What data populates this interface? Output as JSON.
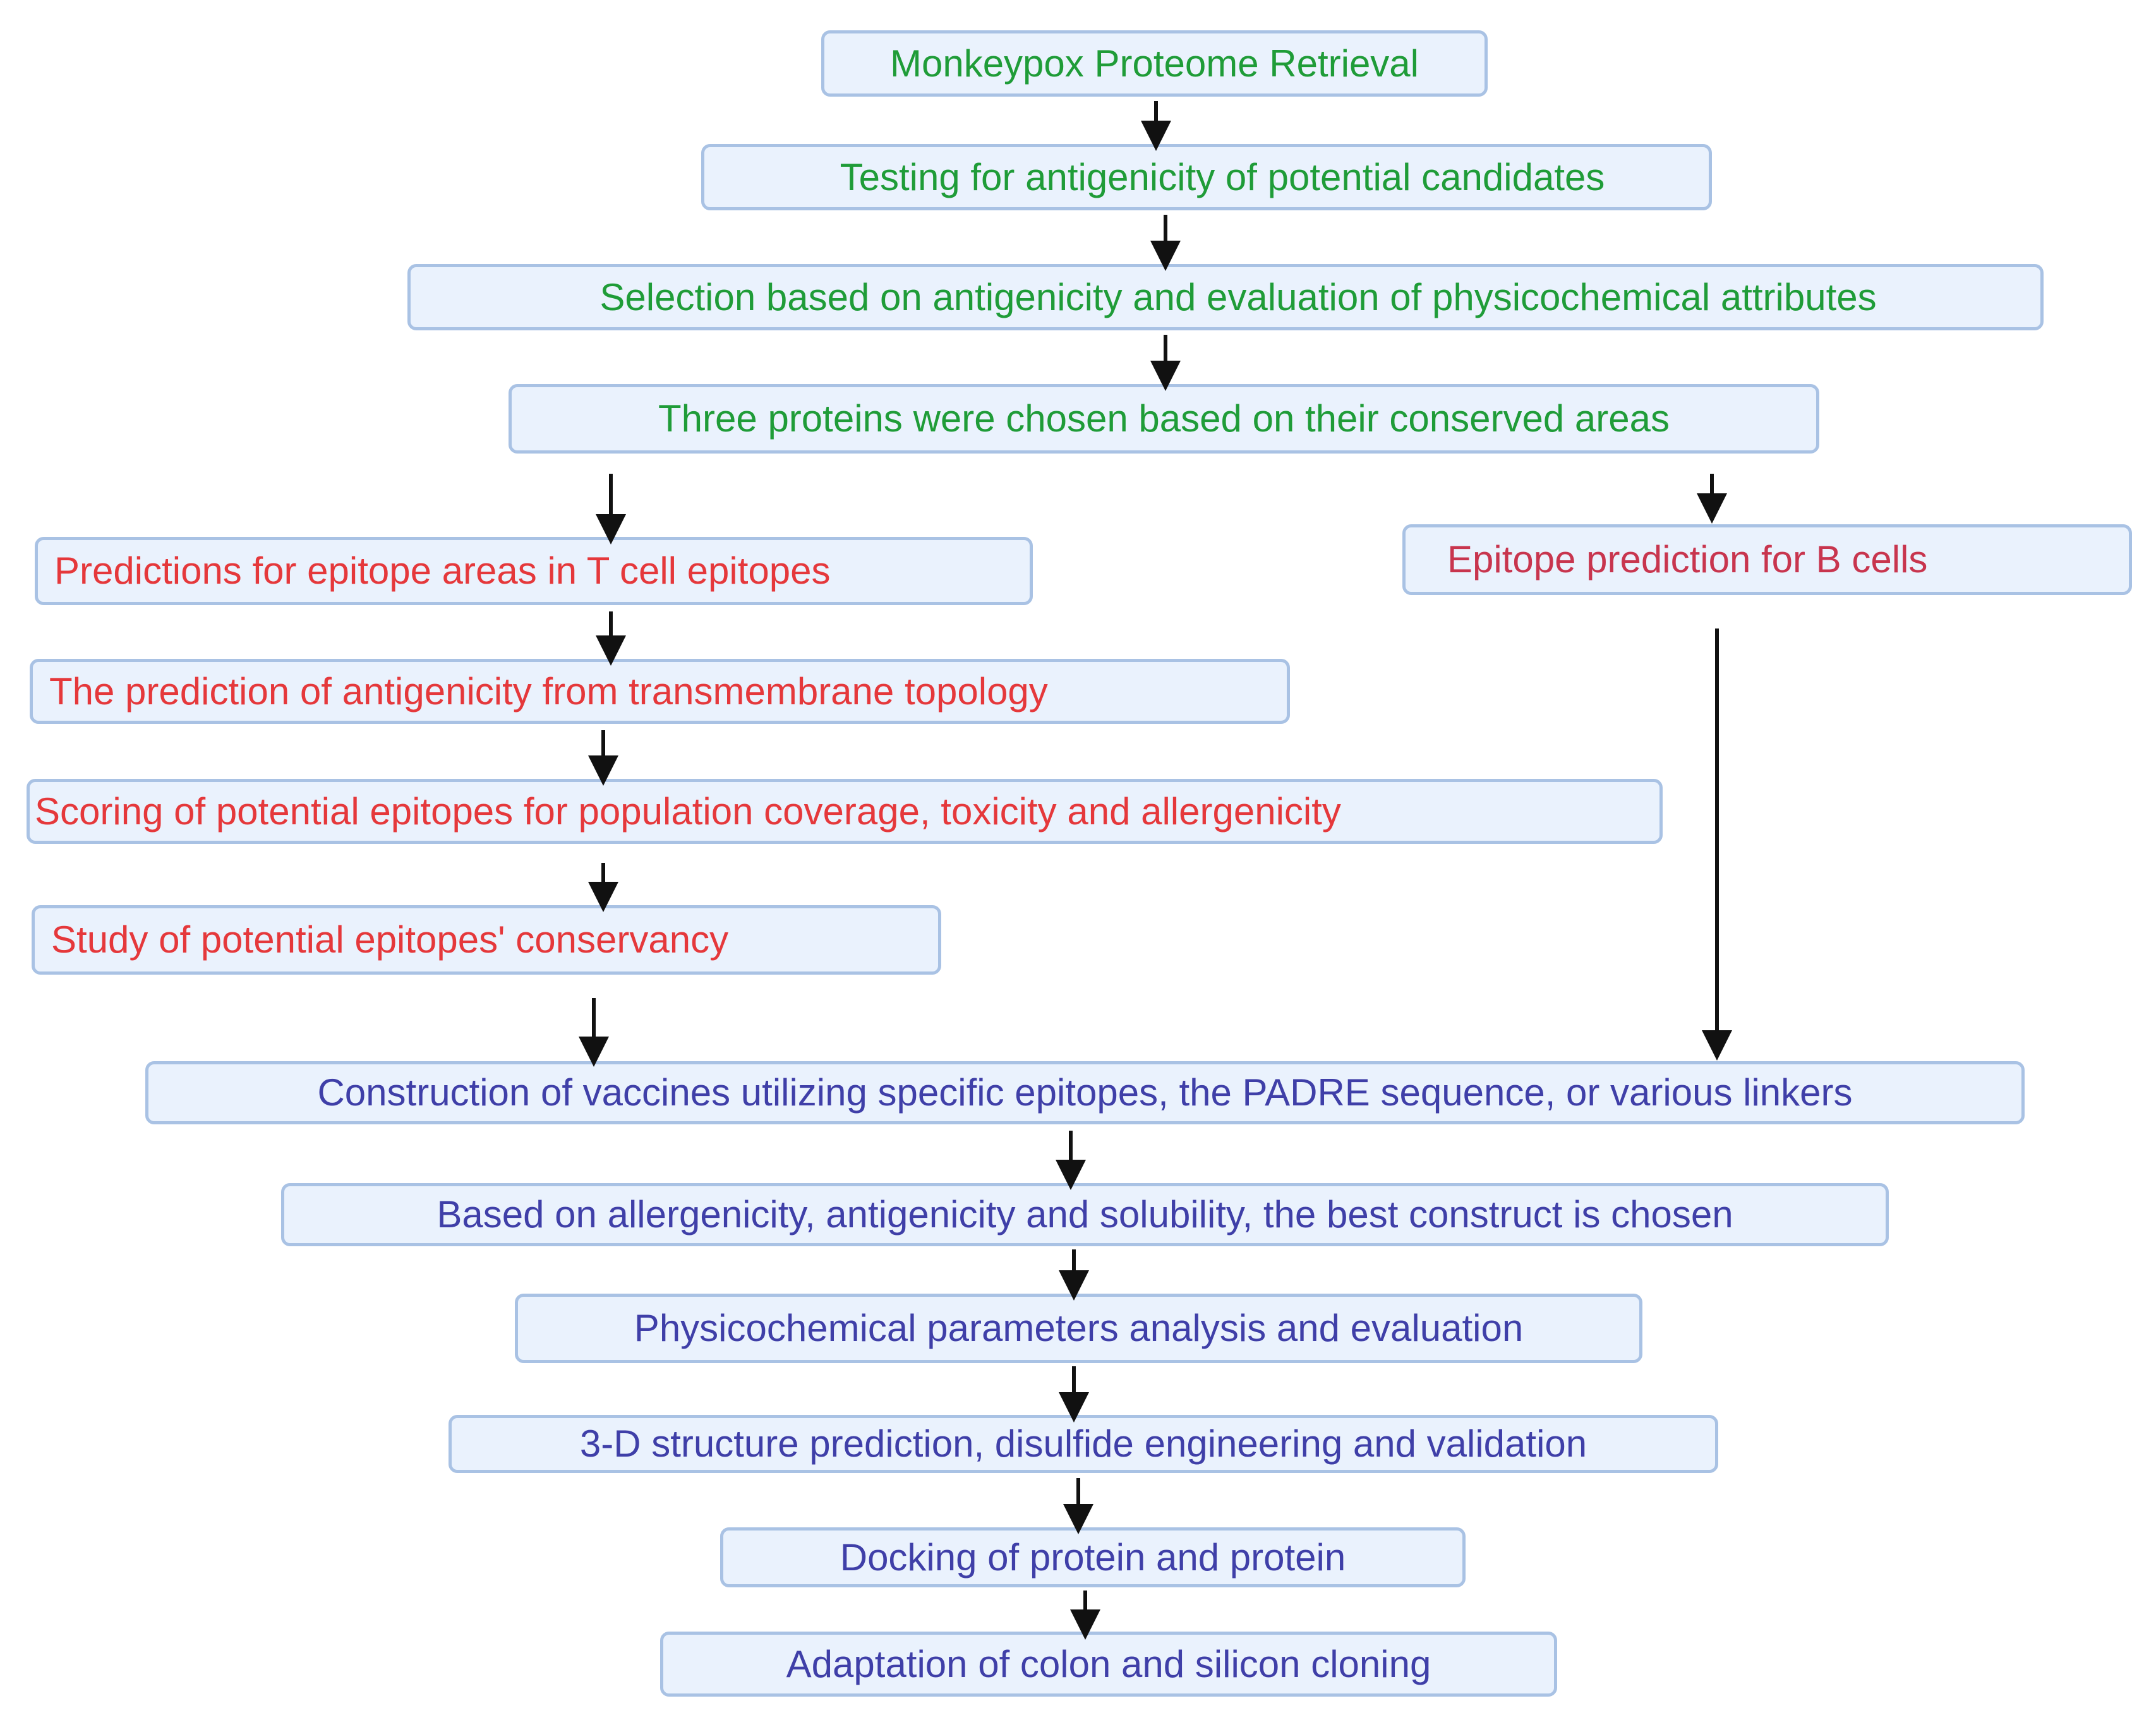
{
  "steps": {
    "proteome": "Monkeypox Proteome Retrieval",
    "antigenicity_testing": "Testing for antigenicity of potential candidates",
    "selection": "Selection based on antigenicity and evaluation of physicochemical attributes",
    "three_proteins": "Three proteins were chosen based on their conserved areas",
    "t_cell": "Predictions for epitope areas in T cell epitopes",
    "b_cell": "Epitope prediction for B cells",
    "transmembrane": "The prediction of antigenicity from transmembrane topology",
    "scoring": "Scoring of potential epitopes for population coverage, toxicity and  allergenicity",
    "conservancy": "Study of potential epitopes' conservancy",
    "construction": "Construction of vaccines utilizing specific epitopes, the PADRE sequence, or various linkers",
    "best_construct": "Based on allergenicity, antigenicity and solubility, the best construct is chosen",
    "physicochemical": "Physicochemical parameters analysis and evaluation",
    "structure_3d": "3-D structure prediction, disulfide engineering and validation",
    "docking": "Docking of protein and protein",
    "cloning": "Adaptation of colon and silicon cloning"
  },
  "colors": {
    "green_text": "#1f9c38",
    "red_text": "#e5383b",
    "pink_text": "#c8354e",
    "blue_text": "#3f3fa8",
    "box_fill": "#eaf2fd",
    "box_border": "#a9c2e4",
    "arrow": "#111111"
  }
}
